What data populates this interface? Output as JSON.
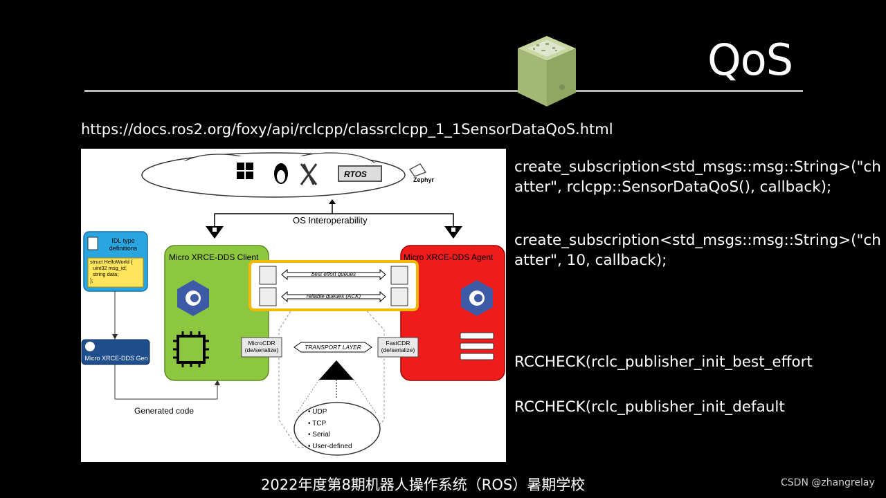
{
  "slide": {
    "title": "QoS",
    "url": "https://docs.ros2.org/foxy/api/rclcpp/classrclcpp_1_1SensorDataQoS.html",
    "code_blocks": [
      "create_subscription<std_msgs::msg::String>(\"chatter\", rclcpp::SensorDataQoS(), callback);",
      "create_subscription<std_msgs::msg::String>(\"chatter\", 10, callback);",
      "RCCHECK(rclc_publisher_init_best_effort",
      "RCCHECK(rclc_publisher_init_default"
    ],
    "footer": "2022年度第8期机器人操作系统（ROS）暑期学校",
    "watermark": "CSDN @zhangrelay"
  },
  "diagram": {
    "os_interop": "OS Interoperability",
    "rtos_logo": "RTOS",
    "zephyr_logo": "Zephyr",
    "idl_title": "IDL type definitions",
    "idl_code": "struct HelloWorld {\n  uint32 msg_id;\n  string data;\n};",
    "gen_label": "Micro XRCE-DDS Gen",
    "generated_code": "Generated code",
    "client_label": "Micro XRCE-DDS Client",
    "agent_label": "Micro XRCE-DDS Agent",
    "best_effort": "best effort queues",
    "reliable": "reliable queues (ACK)",
    "micro_cdr": "MicroCDR\n(de/serialize)",
    "fast_cdr": "FastCDR\n(de/serialize)",
    "transport": "TRANSPORT LAYER",
    "transports": [
      "UDP",
      "TCP",
      "Serial",
      "User-defined"
    ],
    "colors": {
      "client": "#8dc63f",
      "agent": "#ef1c1c",
      "highlight": "#f5b800",
      "idl": "#29a6e0",
      "gen": "#1f4e8c"
    }
  }
}
